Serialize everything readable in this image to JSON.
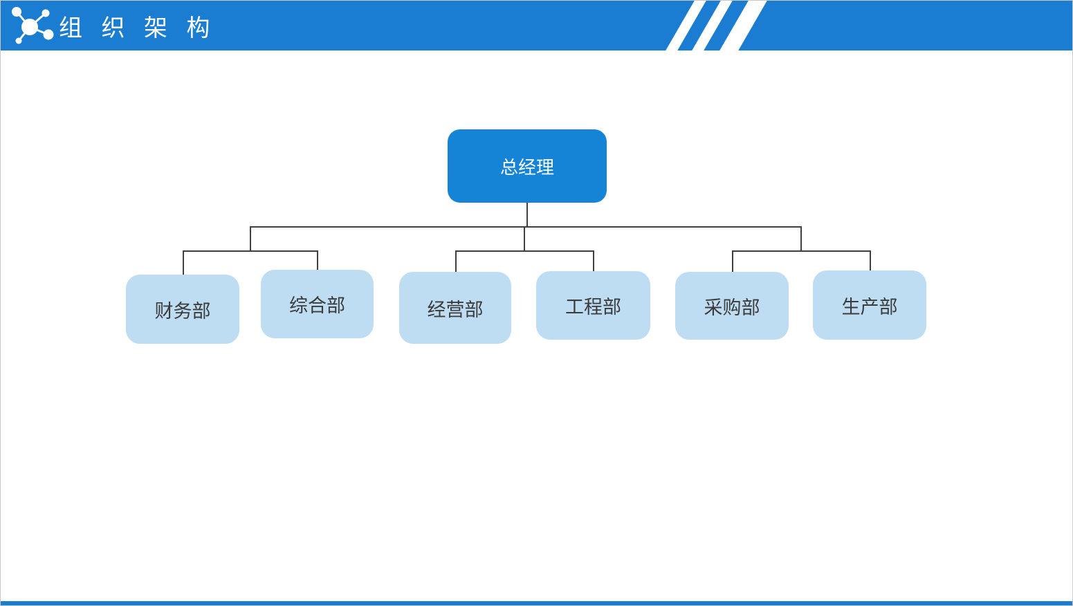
{
  "header": {
    "title": "组 织 架 构",
    "icon": "molecule-network-icon"
  },
  "diagram": {
    "type": "org-chart",
    "root": {
      "label": "总经理"
    },
    "departments": [
      {
        "label": "财务部"
      },
      {
        "label": "综合部"
      },
      {
        "label": "经营部"
      },
      {
        "label": "工程部"
      },
      {
        "label": "采购部"
      },
      {
        "label": "生产部"
      }
    ]
  },
  "colors": {
    "header_blue": "#1A7DD2",
    "root_node_blue": "#1583D6",
    "department_node_blue": "#BFDDF2",
    "connector_gray": "#404040",
    "header_text": "#FFFFFF"
  }
}
